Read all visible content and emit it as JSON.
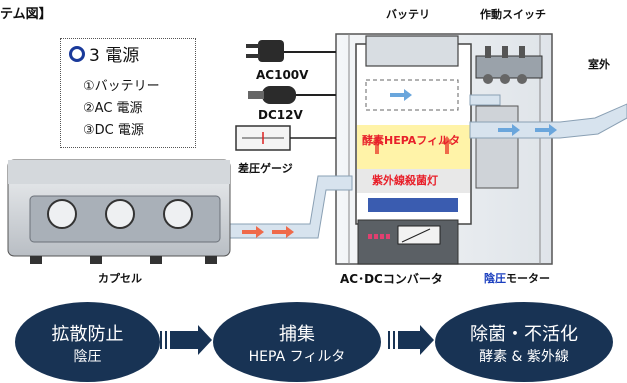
{
  "header": {
    "title_fragment": "テム図】"
  },
  "callout": {
    "title": "3 電源",
    "items": [
      "①バッテリー",
      "②AC 電源",
      "③DC 電源"
    ]
  },
  "labels": {
    "battery": "バッテリ",
    "switch": "作動スイッチ",
    "outside": "室外",
    "ac100v": "AC100V",
    "dc12v": "DC12V",
    "diff_gauge": "差圧ゲージ",
    "hepa": "酵素HEPAフィルタ",
    "uv": "紫外線殺菌灯",
    "capsule": "カプセル",
    "converter": "AC･DCコンバータ",
    "motor_accent": "陰圧",
    "motor_rest": "モーター"
  },
  "steps": [
    {
      "line1": "拡散防止",
      "line2": "陰圧"
    },
    {
      "line1": "捕集",
      "line2": "HEPA フィルタ"
    },
    {
      "line1": "除菌・不活化",
      "line2": "酵素 & 紫外線"
    }
  ],
  "colors": {
    "navy": "#183354",
    "red_label": "#e8202a",
    "blue_label": "#1b3fbf",
    "hepa_band": "#fff3a8",
    "duct": "#d7e3ee",
    "flow_blue": "#6aa6dc",
    "flow_red": "#ef6a4a"
  }
}
